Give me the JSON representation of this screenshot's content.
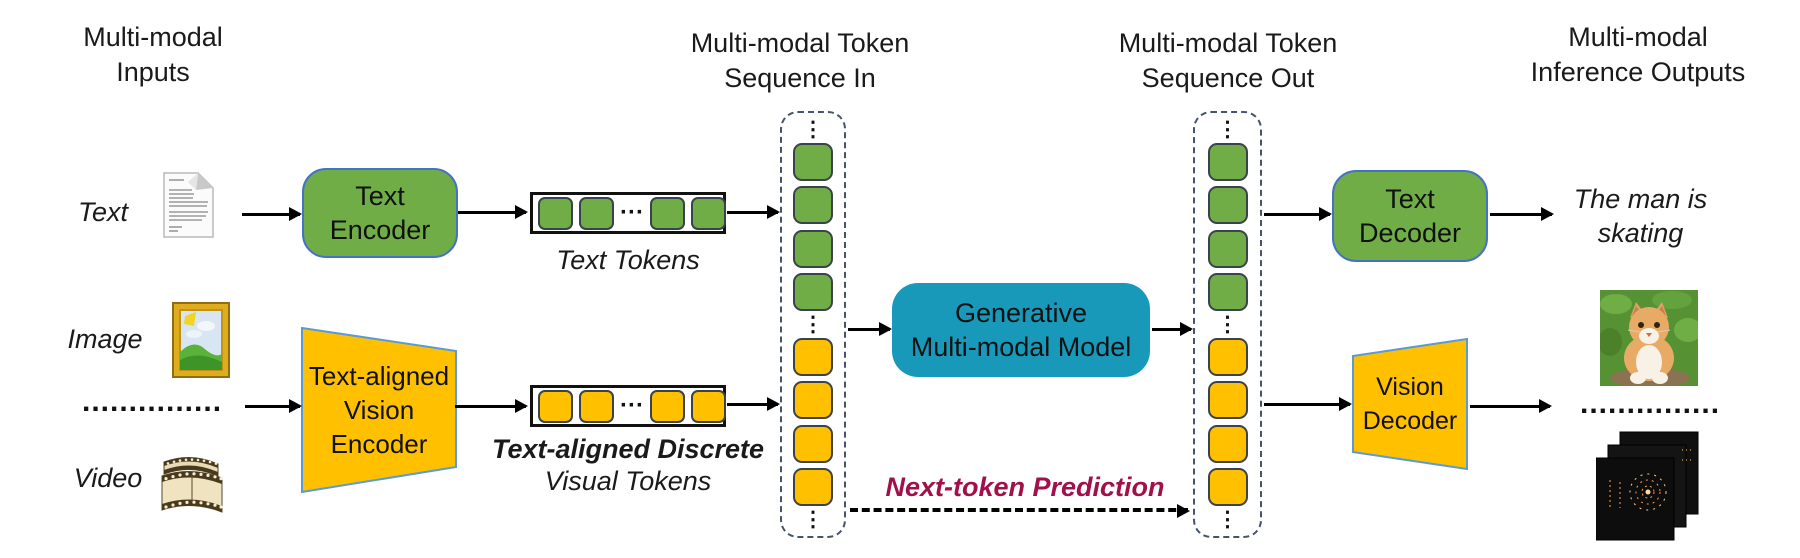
{
  "colors": {
    "green": "#70AD47",
    "yellow": "#FFC000",
    "teal": "#1899BA",
    "box_blue": "#4472C4",
    "trap_blue": "#5B9BD5",
    "token_border": "#3A424C",
    "dash": "#44546A",
    "crimson": "#A2104C",
    "ink": "#1a1a1a"
  },
  "glyphs": {
    "vdots": "⋮",
    "hdots": "···"
  },
  "headings": {
    "inputs": "Multi-modal\nInputs",
    "sequence_in": "Multi-modal Token\nSequence In",
    "sequence_out": "Multi-modal Token\nSequence Out",
    "outputs": "Multi-modal\nInference Outputs"
  },
  "inputs": {
    "text_label": "Text",
    "image_label": "Image",
    "video_label": "Video",
    "ellipsis": "..............."
  },
  "encoders": {
    "text_encoder": "Text\nEncoder",
    "vision_encoder": "Text-aligned\nVision\nEncoder"
  },
  "token_rows": {
    "text": {
      "label": "Text Tokens",
      "items": [
        "green",
        "green",
        "hdots",
        "green",
        "green"
      ]
    },
    "visual": {
      "label_line1": "Text-aligned Discrete",
      "label_line2": "Visual Tokens",
      "items": [
        "yellow",
        "yellow",
        "hdots",
        "yellow",
        "yellow"
      ]
    }
  },
  "sequences": {
    "in": {
      "items": [
        "vdots",
        "green",
        "green",
        "green",
        "green",
        "vdots",
        "yellow",
        "yellow",
        "yellow",
        "yellow",
        "vdots"
      ]
    },
    "out": {
      "items": [
        "vdots",
        "green",
        "green",
        "green",
        "green",
        "vdots",
        "yellow",
        "yellow",
        "yellow",
        "yellow",
        "vdots"
      ]
    }
  },
  "model": {
    "label": "Generative\nMulti-modal Model"
  },
  "annotation": {
    "next_token": "Next-token Prediction"
  },
  "decoders": {
    "text_decoder": "Text\nDecoder",
    "vision_decoder": "Vision\nDecoder"
  },
  "outputs": {
    "text_output": "The man is\nskating",
    "ellipsis": "..............."
  }
}
